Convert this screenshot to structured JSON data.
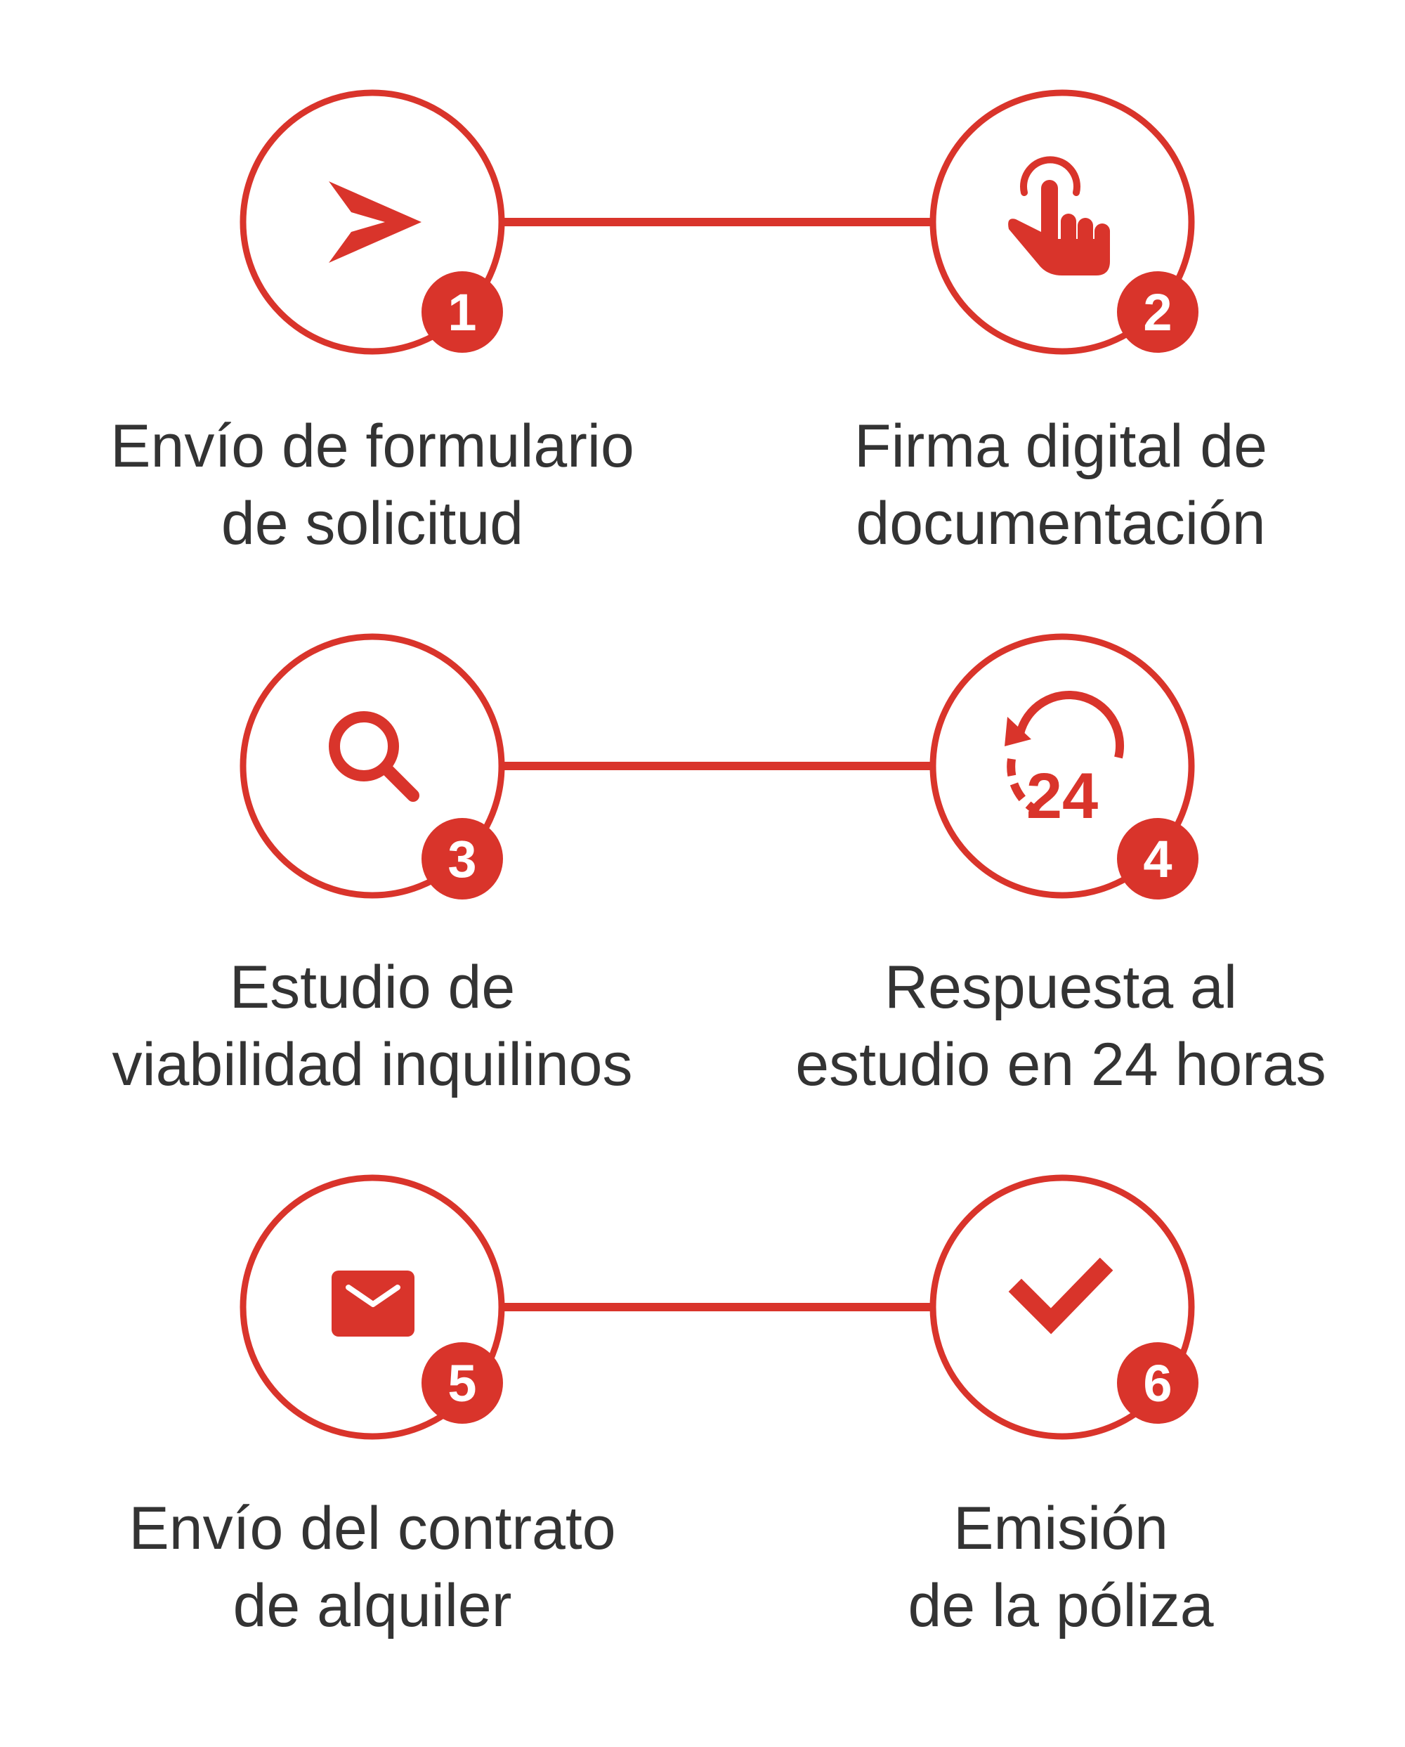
{
  "colors": {
    "accent": "#d9342b",
    "text": "#333333",
    "background": "#ffffff"
  },
  "steps": [
    {
      "number": "1",
      "icon": "send-arrow-icon",
      "line1": "Envío de formulario",
      "line2": "de solicitud"
    },
    {
      "number": "2",
      "icon": "touch-hand-icon",
      "line1": "Firma digital de",
      "line2": "documentación"
    },
    {
      "number": "3",
      "icon": "search-icon",
      "line1": "Estudio de",
      "line2": "viabilidad inquilinos"
    },
    {
      "number": "4",
      "icon": "24-hours-icon",
      "line1": "Respuesta al",
      "line2": "estudio en 24 horas"
    },
    {
      "number": "5",
      "icon": "envelope-icon",
      "line1": "Envío del contrato",
      "line2": "de alquiler"
    },
    {
      "number": "6",
      "icon": "checkmark-icon",
      "line1": "Emisión",
      "line2": "de la póliza"
    }
  ]
}
